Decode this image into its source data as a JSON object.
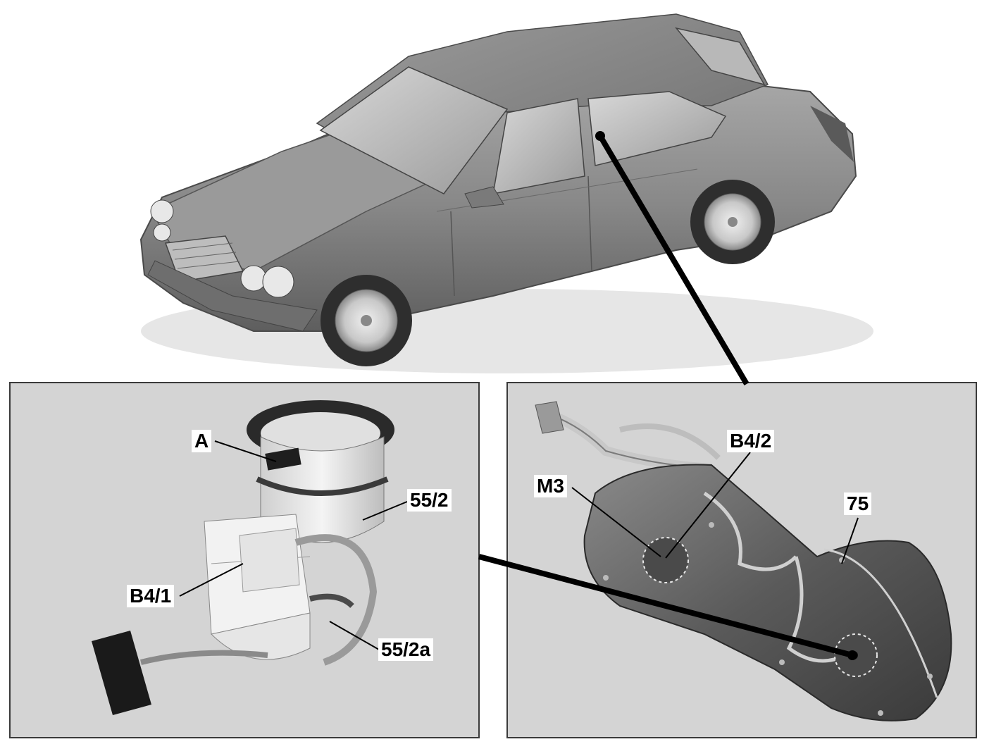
{
  "colors": {
    "panel_bg": "#d4d4d4",
    "panel_border": "#3a3a3a",
    "car_body": "#8a8a8a",
    "leader": "#000000"
  },
  "labels": {
    "left": {
      "a": "A",
      "p55_2": "55/2",
      "b4_1": "B4/1",
      "p55_2a": "55/2a"
    },
    "right": {
      "b4_2": "B4/2",
      "m3": "M3",
      "p75": "75"
    }
  }
}
